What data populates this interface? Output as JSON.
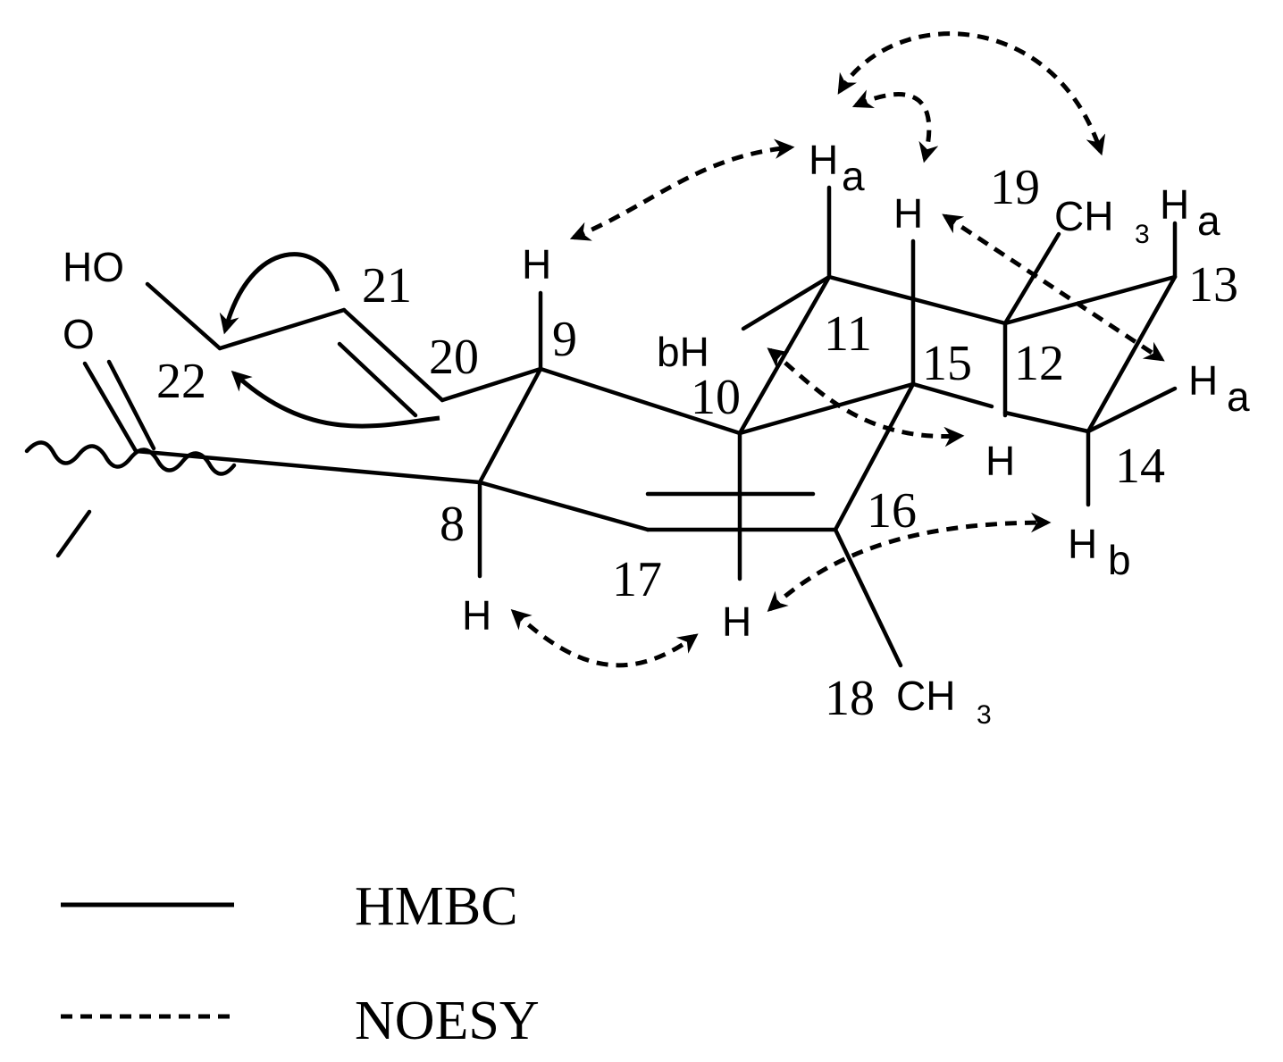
{
  "labels": {
    "ho": "HO",
    "o": "O",
    "c8": "8",
    "c9": "9",
    "c10": "10",
    "c11": "11",
    "c12": "12",
    "c13": "13",
    "c14": "14",
    "c15": "15",
    "c16": "16",
    "c17": "17",
    "c20": "20",
    "c21": "21",
    "c22": "22",
    "c18": "18",
    "c19": "19",
    "ch3": "CH",
    "sub3": "3",
    "h": "H",
    "h_base": "H",
    "sub_a": "a",
    "sub_b": "b",
    "bh": "bH"
  },
  "legend": {
    "hmbc": "HMBC",
    "noesy": "NOESY"
  }
}
